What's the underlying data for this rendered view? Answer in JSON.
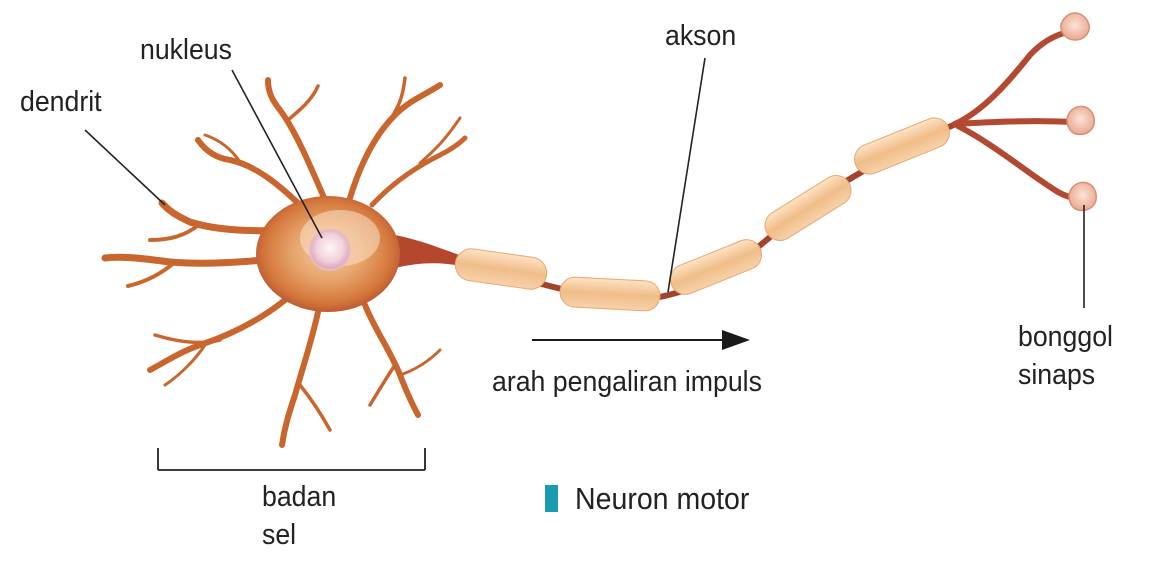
{
  "labels": {
    "nucleus": "nukleus",
    "dendrite": "dendrit",
    "axon": "akson",
    "cell_body": [
      "badan",
      "sel"
    ],
    "synaptic_knob": [
      "bonggol",
      "sinaps"
    ],
    "impulse_direction": "arah pengaliran impuls"
  },
  "caption": {
    "text": "Neuron motor",
    "marker_color": "#1a9bb0"
  },
  "colors": {
    "dendrite": "#c8662e",
    "cell_body": "#d8883f",
    "myelin": "#f3c99a",
    "axon_core": "#a2432d",
    "synapse_knob": "#f1b7a2",
    "leader_line": "#222222",
    "arrow": "#1a1a1a"
  }
}
